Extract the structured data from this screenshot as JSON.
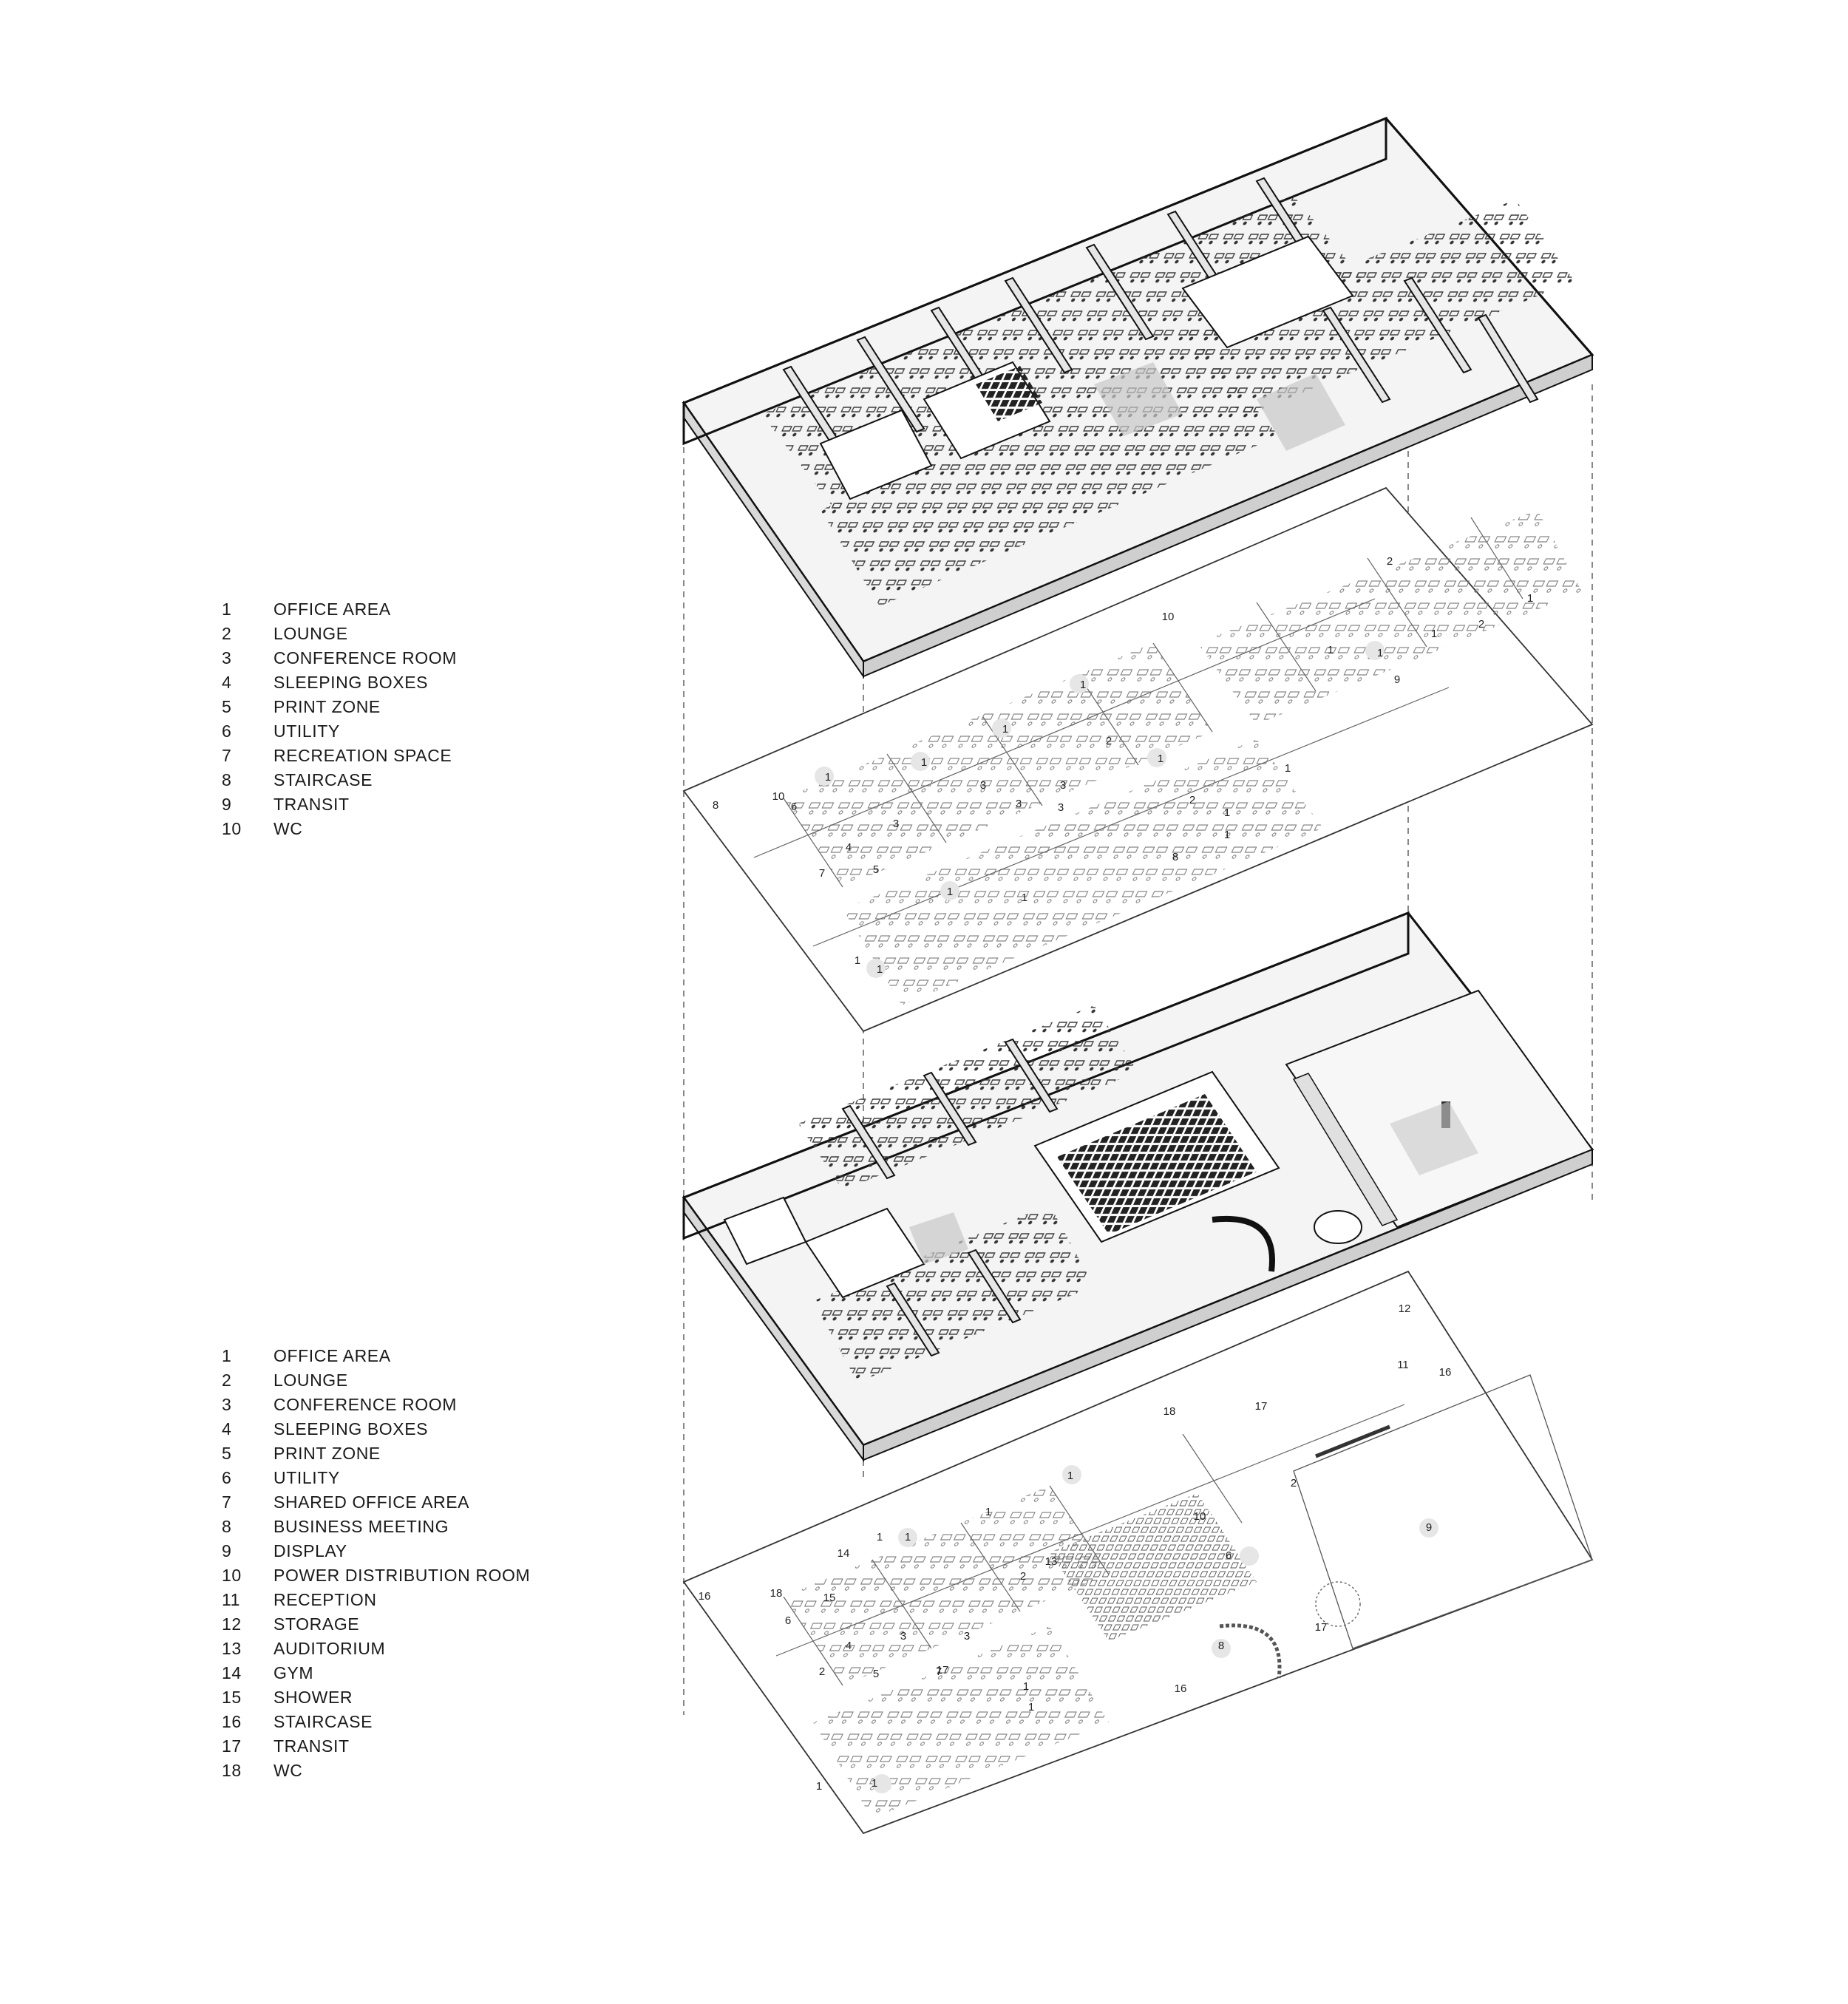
{
  "legend_upper": [
    {
      "num": "1",
      "label": "OFFICE AREA"
    },
    {
      "num": "2",
      "label": "LOUNGE"
    },
    {
      "num": "3",
      "label": "CONFERENCE ROOM"
    },
    {
      "num": "4",
      "label": "SLEEPING BOXES"
    },
    {
      "num": "5",
      "label": "PRINT ZONE"
    },
    {
      "num": "6",
      "label": "UTILITY"
    },
    {
      "num": "7",
      "label": "RECREATION SPACE"
    },
    {
      "num": "8",
      "label": "STAIRCASE"
    },
    {
      "num": "9",
      "label": "TRANSIT"
    },
    {
      "num": "10",
      "label": "WC"
    }
  ],
  "legend_lower": [
    {
      "num": "1",
      "label": "OFFICE AREA"
    },
    {
      "num": "2",
      "label": "LOUNGE"
    },
    {
      "num": "3",
      "label": "CONFERENCE ROOM"
    },
    {
      "num": "4",
      "label": "SLEEPING BOXES"
    },
    {
      "num": "5",
      "label": "PRINT ZONE"
    },
    {
      "num": "6",
      "label": "UTILITY"
    },
    {
      "num": "7",
      "label": "SHARED OFFICE AREA"
    },
    {
      "num": "8",
      "label": "BUSINESS MEETING"
    },
    {
      "num": "9",
      "label": "DISPLAY"
    },
    {
      "num": "10",
      "label": "POWER DISTRIBUTION ROOM"
    },
    {
      "num": "11",
      "label": "RECEPTION"
    },
    {
      "num": "12",
      "label": "STORAGE"
    },
    {
      "num": "13",
      "label": "AUDITORIUM"
    },
    {
      "num": "14",
      "label": "GYM"
    },
    {
      "num": "15",
      "label": "SHOWER"
    },
    {
      "num": "16",
      "label": "STAIRCASE"
    },
    {
      "num": "17",
      "label": "TRANSIT"
    },
    {
      "num": "18",
      "label": "WC"
    }
  ],
  "plan_upper_labels": [
    "1",
    "1",
    "1",
    "1",
    "1",
    "1",
    "1",
    "1",
    "1",
    "1",
    "1",
    "1",
    "1",
    "1",
    "1",
    "1",
    "2",
    "2",
    "2",
    "2",
    "3",
    "3",
    "3",
    "3",
    "3",
    "4",
    "5",
    "6",
    "7",
    "8",
    "8",
    "9",
    "10",
    "10"
  ],
  "plan_lower_labels": [
    "1",
    "1",
    "1",
    "1",
    "1",
    "1",
    "1",
    "1",
    "2",
    "2",
    "2",
    "3",
    "3",
    "4",
    "5",
    "6",
    "6",
    "7",
    "8",
    "9",
    "10",
    "11",
    "12",
    "13",
    "14",
    "15",
    "16",
    "16",
    "16",
    "17",
    "17",
    "17",
    "18",
    "18"
  ]
}
